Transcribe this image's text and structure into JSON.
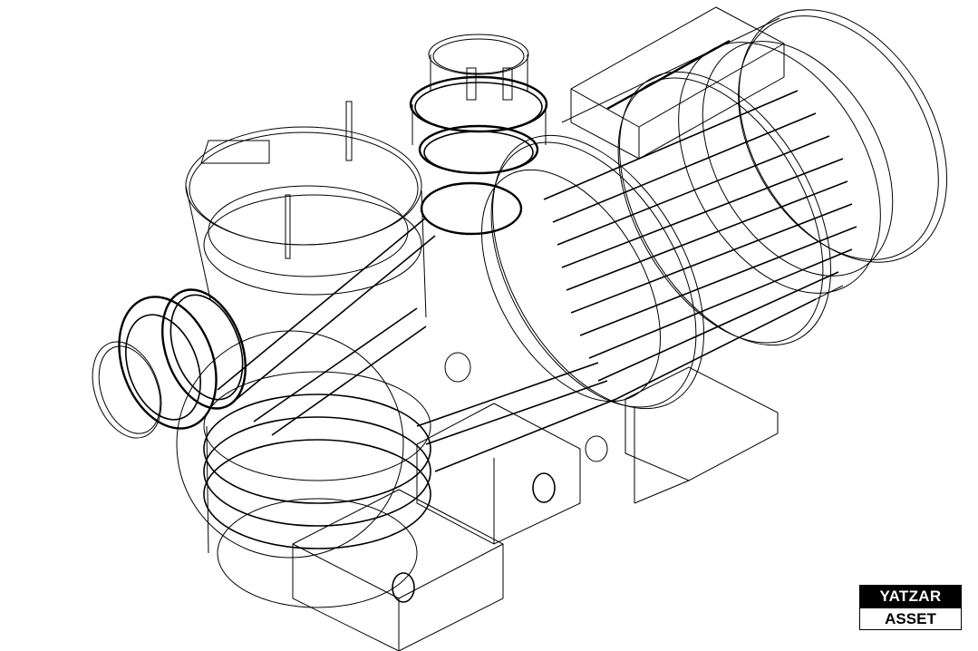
{
  "drawing": {
    "subject": "pool pump isometric wireframe",
    "stroke_color": "#000000",
    "background_color": "#ffffff"
  },
  "logo": {
    "line1": "YATZAR",
    "line2": "ASSET",
    "line1_bg": "#000000",
    "line1_fg": "#ffffff",
    "line2_bg": "#ffffff",
    "line2_fg": "#000000"
  }
}
